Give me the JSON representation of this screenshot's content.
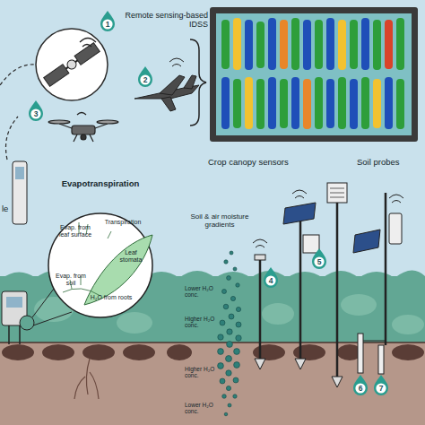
{
  "diagram": {
    "nodes": [
      {
        "text": [
          "Evapotranspiration",
          "Evap. from leaf surface",
          "Transpiration",
          "Leaf stomata",
          "Evap. from soil",
          "H₂O from roots"
        ]
      }
    ],
    "labels": [
      "Remote sensing-based IDSS",
      "1",
      "2",
      "3",
      "Crop canopy sensors",
      "Soil probes",
      "le",
      "Soil & air moisture gradients",
      "4",
      "5",
      "Lower H₂O conc.",
      "Higher H₂O conc.",
      "Higher H₂O conc.",
      "Lower H₂O conc.",
      "6",
      "7"
    ]
  }
}
